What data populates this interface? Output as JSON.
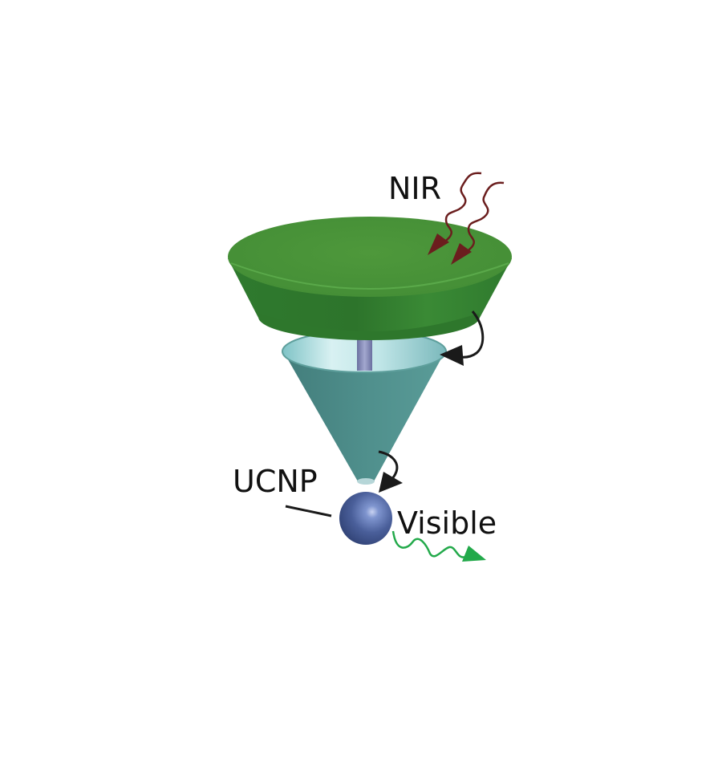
{
  "labels": {
    "nir": "NIR",
    "ucnp": "UCNP",
    "visible": "Visible"
  },
  "colors": {
    "nir_arrow": "#6b1e1e",
    "visible_arrow": "#22a94a",
    "transfer_arrow": "#1a1a1a",
    "disk_top": "#4a9438",
    "disk_side": "#2f7a2e",
    "cone": "#4f8e8b",
    "cone_inner": "#a9dde0",
    "rod": "#7d82b0",
    "sphere": "#4a5f9a"
  }
}
